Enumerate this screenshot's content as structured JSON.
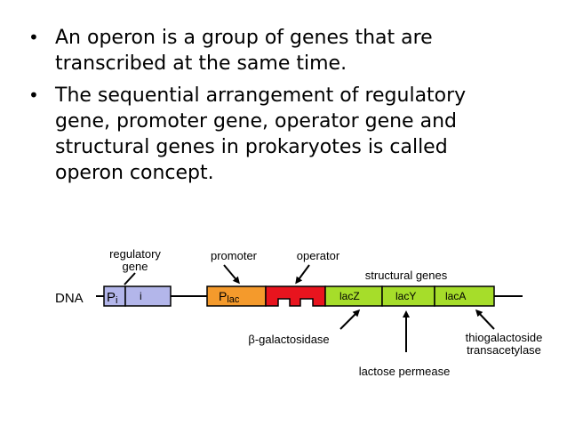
{
  "bullets": [
    {
      "line1": "An operon is a group of genes that are",
      "line2": "transcribed at the same time."
    },
    {
      "line1": "The sequential arrangement of regulatory",
      "line2": "gene, promoter gene, operator gene and",
      "line3": "structural genes in prokaryotes is called",
      "line4": "operon concept."
    }
  ],
  "diagram": {
    "dna_label": "DNA",
    "labels": {
      "regulatory_line1": "regulatory",
      "regulatory_line2": "gene",
      "promoter": "promoter",
      "operator": "operator",
      "structural_genes": "structural genes",
      "beta_galactosidase": "β-galactosidase",
      "lactose_permease": "lactose permease",
      "thiogalactoside_line1": "thiogalactoside",
      "thiogalactoside_line2": "transacetylase"
    },
    "segments": {
      "pi_main": "P",
      "pi_sub": "i",
      "i_gene": "i",
      "plac_main": "P",
      "plac_sub": "lac",
      "lacZ": "lacZ",
      "lacY": "lacY",
      "lacA": "lacA"
    },
    "colors": {
      "regulatory_box": "#b3b6ea",
      "promoter_box": "#f49a2c",
      "operator_box": "#e8141e",
      "structural_box": "#a6dd2a",
      "line": "#000000"
    }
  }
}
